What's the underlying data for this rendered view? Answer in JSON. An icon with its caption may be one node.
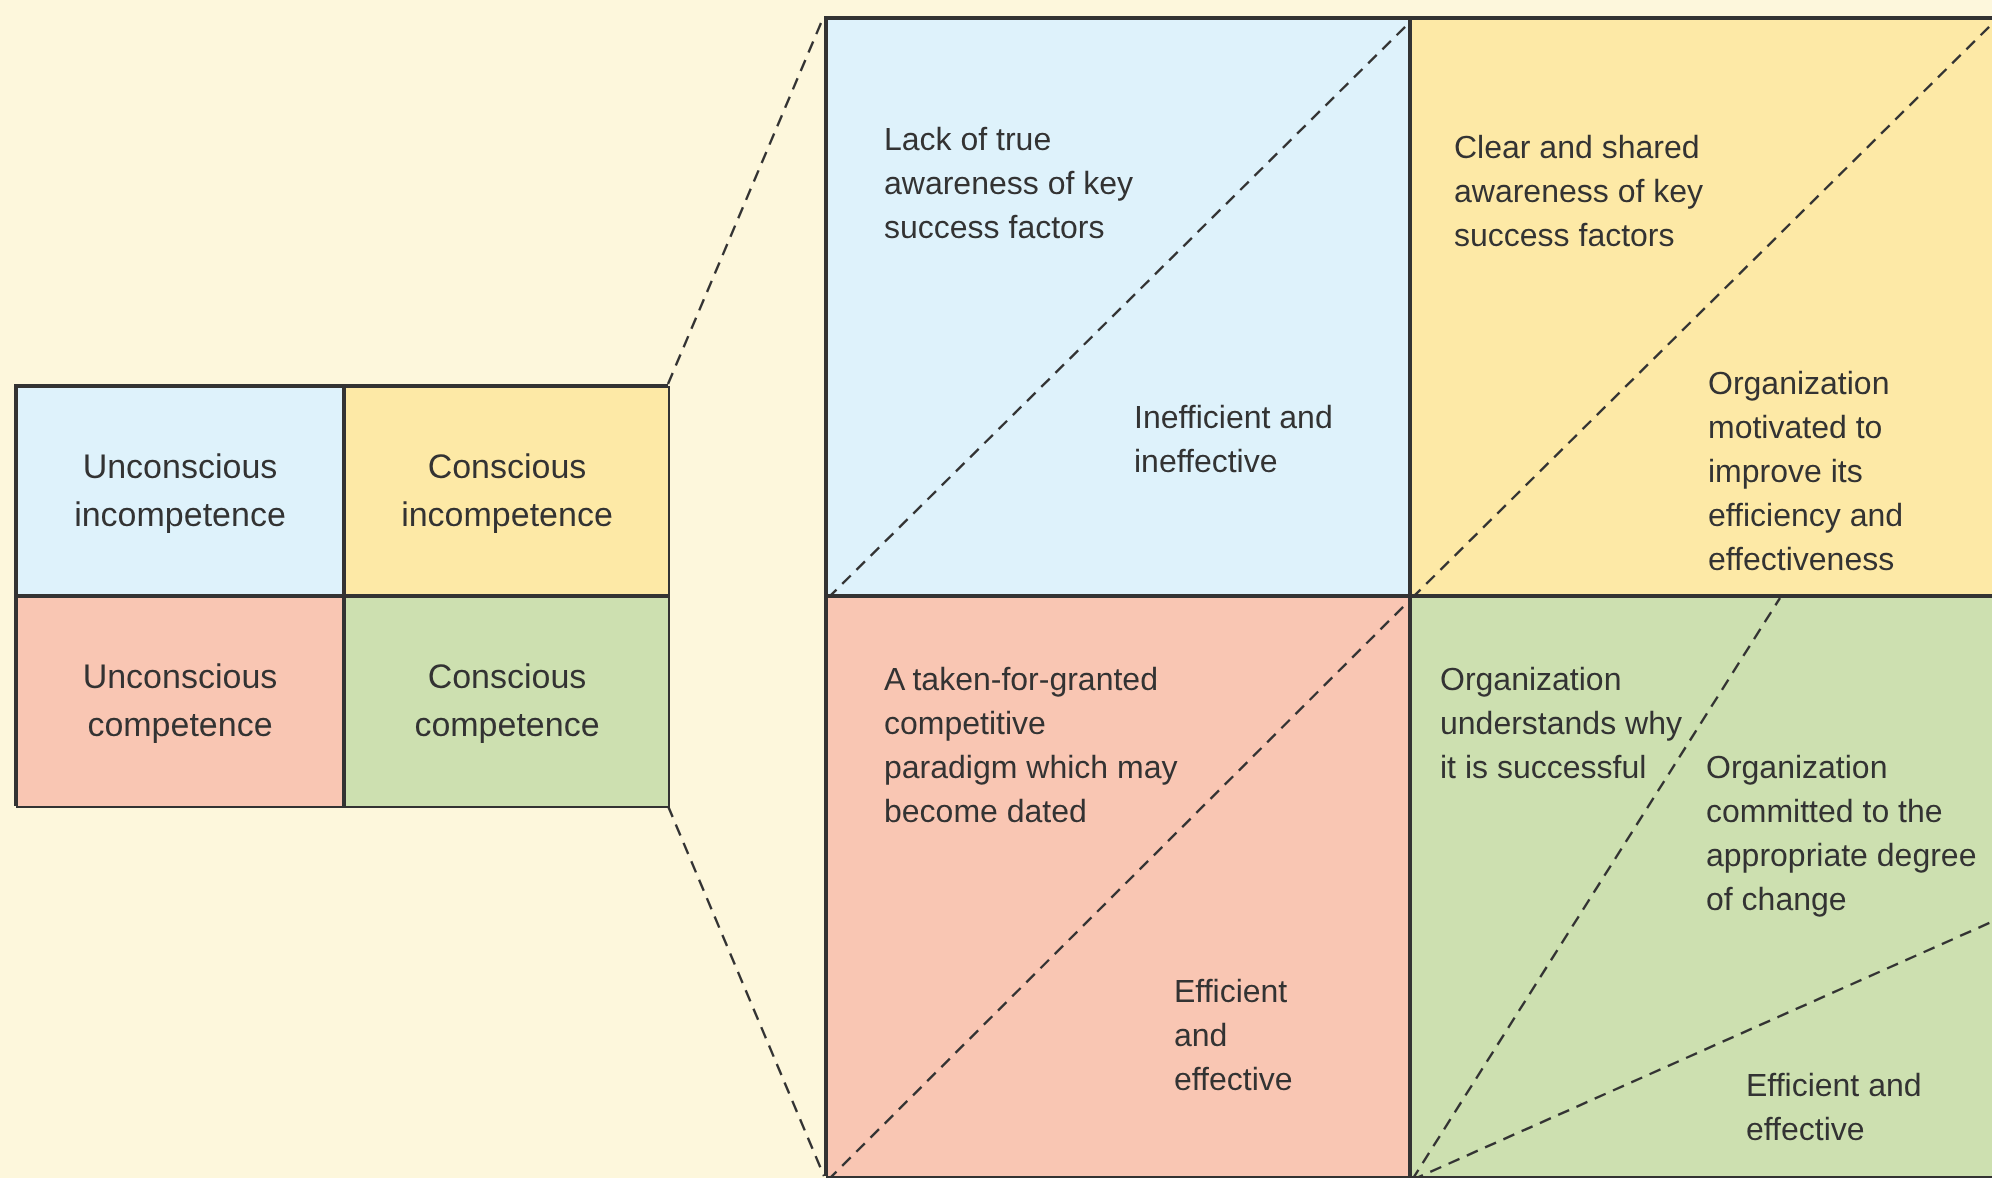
{
  "diagram": {
    "nodes": [
      {
        "text": [],
        "shape": "box"
      },
      {
        "text": [
          "Unconscious incompetence"
        ],
        "in": 0
      },
      {
        "text": [
          "Conscious incompetence"
        ],
        "in": 0
      },
      {
        "text": [
          "Unconscious competence"
        ],
        "in": 0
      },
      {
        "text": [
          "Conscious competence"
        ],
        "in": 0
      },
      {
        "text": [],
        "shape": "box"
      },
      {
        "text": [
          "Lack of true awareness of key success factors",
          "Inefficient and ineffective"
        ],
        "in": 5
      },
      {
        "text": [
          "Clear and shared awareness of key success factors",
          "Organization motivated to improve its efficiency and effectiveness"
        ],
        "in": 5
      },
      {
        "text": [
          "A taken-for-granted competitive paradigm which may become dated",
          "Efficient and effective"
        ],
        "in": 5
      },
      {
        "text": [
          "Organization understands why it is successful",
          "Organization committed to the appropriate degree of change",
          "Efficient and effective"
        ],
        "in": 5
      }
    ],
    "edges": [
      {
        "from": 0,
        "to": 5,
        "arrow": "none",
        "style": "dashed"
      },
      {
        "from": 0,
        "to": 5,
        "arrow": "none",
        "style": "dashed"
      }
    ]
  }
}
